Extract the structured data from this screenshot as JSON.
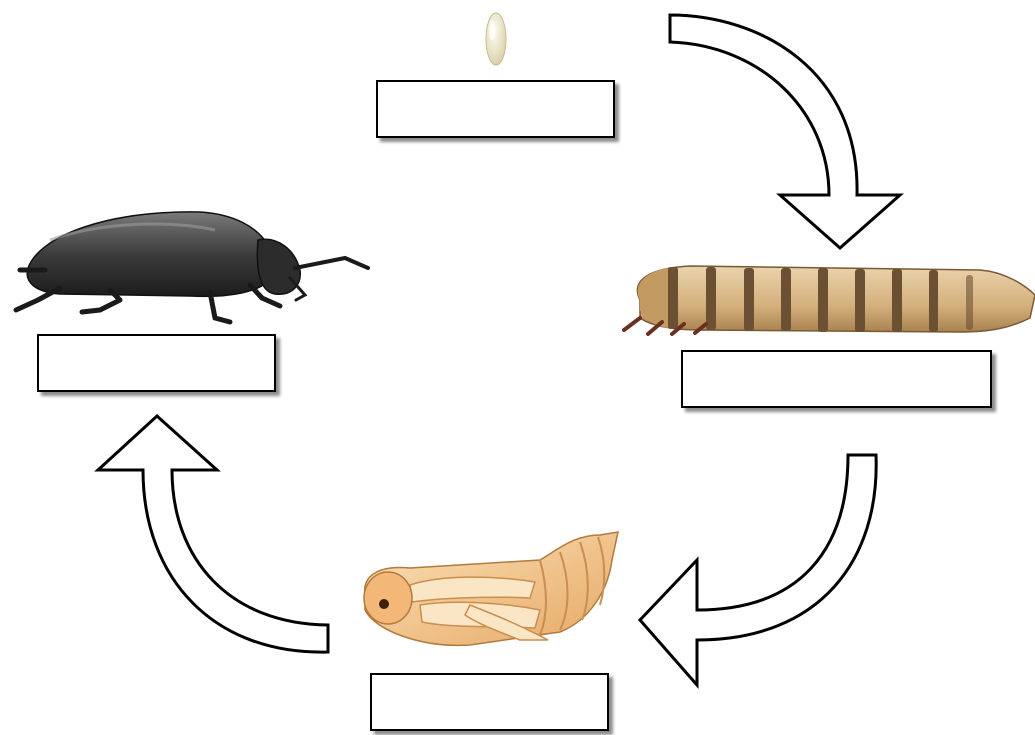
{
  "diagram": {
    "stages": [
      {
        "id": "egg",
        "icon": "egg-icon",
        "label": ""
      },
      {
        "id": "larva",
        "icon": "mealworm-larva-icon",
        "label": ""
      },
      {
        "id": "pupa",
        "icon": "pupa-icon",
        "label": ""
      },
      {
        "id": "adult",
        "icon": "darkling-beetle-icon",
        "label": ""
      }
    ],
    "arrows": [
      {
        "from": "egg",
        "to": "larva",
        "icon": "curved-arrow-icon"
      },
      {
        "from": "larva",
        "to": "pupa",
        "icon": "curved-arrow-icon"
      },
      {
        "from": "pupa",
        "to": "adult",
        "icon": "curved-arrow-icon"
      }
    ],
    "colors": {
      "egg": "#efe6c6",
      "larva": "#d9b98a",
      "larva_stripe": "#6b5033",
      "pupa": "#f2c48c",
      "beetle": "#3a3a3a",
      "arrow_outline": "#000000",
      "arrow_fill": "#ffffff"
    }
  }
}
